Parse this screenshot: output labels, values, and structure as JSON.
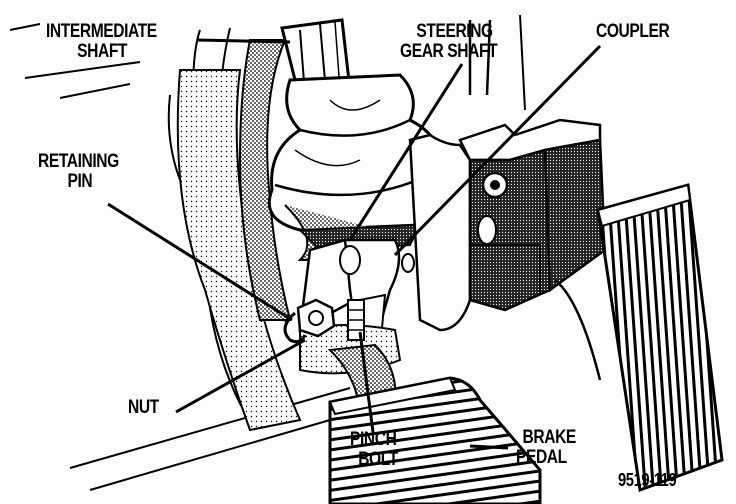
{
  "labels": {
    "intermediate_shaft": [
      "INTERMEDIATE",
      "SHAFT"
    ],
    "steering_gear_shaft": [
      "STEERING",
      "GEAR SHAFT"
    ],
    "coupler": "COUPLER",
    "retaining_pin": [
      "RETAINING",
      "PIN"
    ],
    "nut": "NUT",
    "pinch_bolt": [
      "PINCH",
      "BOLT"
    ],
    "brake_pedal": [
      "BRAKE",
      "PEDAL"
    ],
    "figure_number": "9519-119"
  }
}
